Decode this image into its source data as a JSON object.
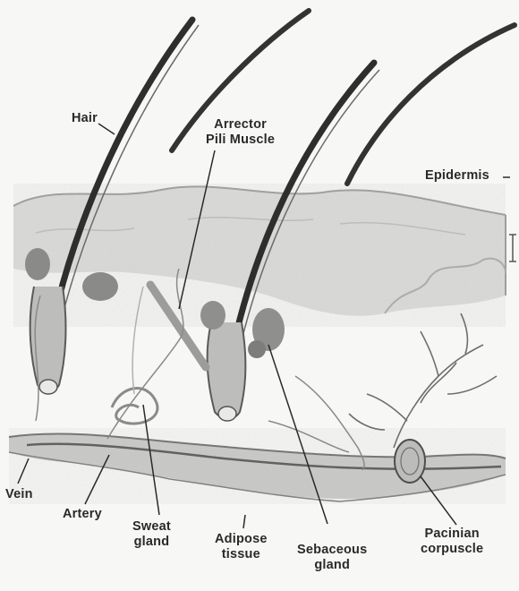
{
  "labels": {
    "hair": "Hair",
    "arrector": [
      "Arrector",
      "Pili Muscle"
    ],
    "epidermis": "Epidermis",
    "vein": "Vein",
    "artery": "Artery",
    "sweat_gland": [
      "Sweat",
      "gland"
    ],
    "adipose_tissue": [
      "Adipose",
      "tissue"
    ],
    "sebaceous_gland": [
      "Sebaceous",
      "gland"
    ],
    "pacinian_corpuscle": [
      "Pacinian",
      "corpuscle"
    ]
  },
  "colors": {
    "ink": "#2a2a2a",
    "hair": "#3a3a3a",
    "skin_shade": "#d2d2d0",
    "background": "#f7f7f5"
  }
}
